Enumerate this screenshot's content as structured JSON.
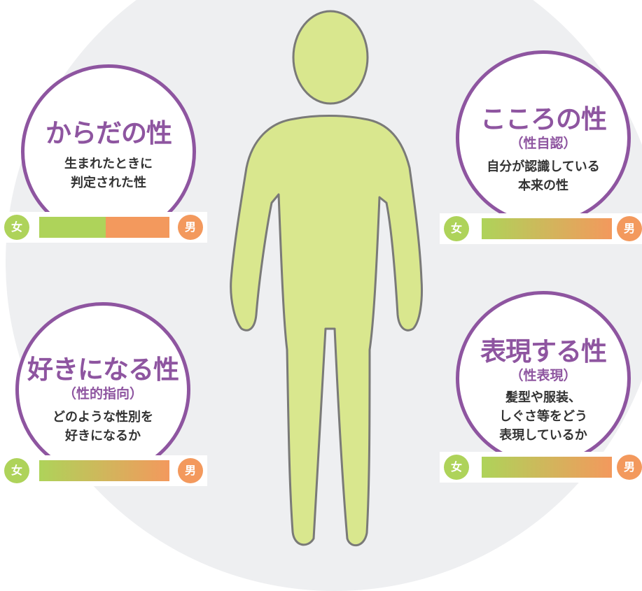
{
  "colors": {
    "purple": "#8e55a0",
    "green": "#aed35a",
    "orange": "#f3995d",
    "figure_fill": "#d9e78e",
    "figure_stroke": "#7a7a78",
    "background_circle": "#eeeff1"
  },
  "labels": {
    "female": "女",
    "male": "男"
  },
  "body": {
    "title": "からだの性",
    "desc": [
      "生まれたときに",
      "判定された性"
    ],
    "scale": {
      "style": "split",
      "split_fraction": 0.51
    }
  },
  "mind": {
    "title": "こころの性",
    "sub": "（性自認）",
    "desc": [
      "自分が認識している",
      "本来の性"
    ],
    "scale": {
      "style": "gradient"
    }
  },
  "love": {
    "title": "好きになる性",
    "sub": "（性的指向）",
    "desc": [
      "どのような性別を",
      "好きになるか"
    ],
    "scale": {
      "style": "gradient"
    }
  },
  "expression": {
    "title": "表現する性",
    "sub": "（性表現）",
    "desc": [
      "髪型や服装、",
      "しぐさ等をどう",
      "表現しているか"
    ],
    "scale": {
      "style": "gradient"
    }
  }
}
